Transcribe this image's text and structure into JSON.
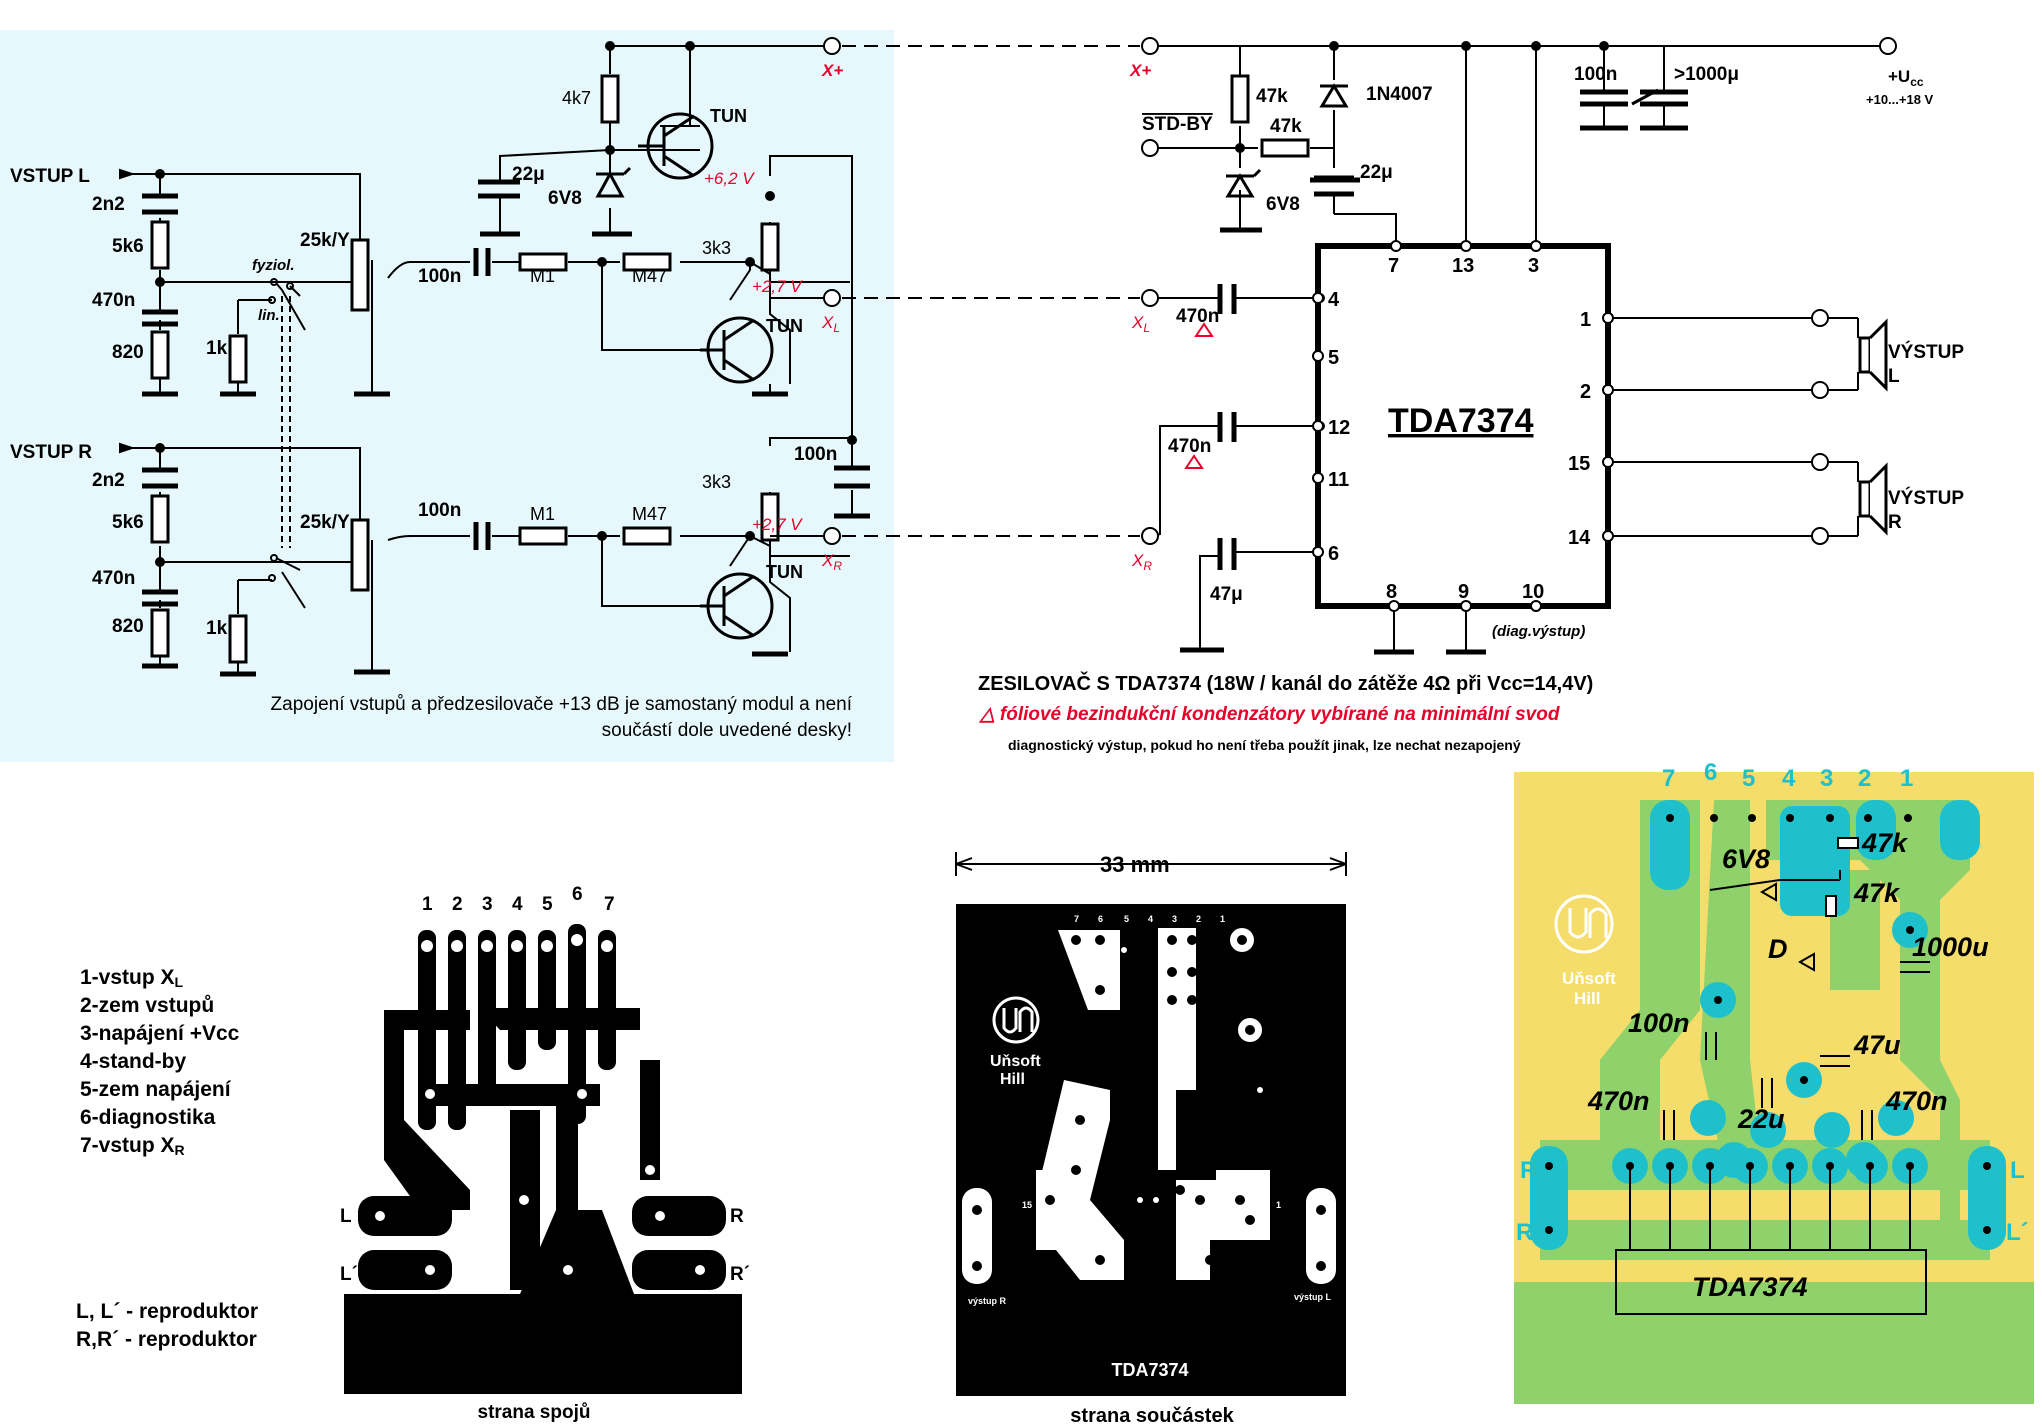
{
  "preamp": {
    "input_left": "VSTUP L",
    "input_right": "VSTUP R",
    "cap_2n2": "2n2",
    "res_5k6": "5k6",
    "cap_470n": "470n",
    "res_820": "820",
    "res_1k": "1k",
    "switch_fyziol": "fyziol.",
    "switch_lin": "lin.",
    "pot": "25k/Y",
    "cap_100n": "100n",
    "res_m1": "M1",
    "res_m47": "M47",
    "res_3k3": "3k3",
    "res_4k7": "4k7",
    "cap_22u": "22μ",
    "zener": "6V8",
    "transistor": "TUN",
    "v_62": "+6,2 V",
    "v_27": "+2,7 V",
    "xplus": "X+",
    "xl": "X",
    "xl_sub": "L",
    "xr": "X",
    "xr_sub": "R",
    "cap_100n_supply": "100n",
    "note_line1": "Zapojení vstupů a předzesilovače +13 dB je samostaný modul a není",
    "note_line2": "součástí dole uvedené desky!"
  },
  "amp": {
    "xplus": "X+",
    "res_47k_a": "47k",
    "res_47k_b": "47k",
    "standby": "STD-BY",
    "zener": "6V8",
    "diode": "1N4007",
    "cap_22u": "22μ",
    "cap_100n": "100n",
    "cap_1000u": ">1000μ",
    "ucc_label": "+U",
    "ucc_sub": "cc",
    "ucc_range": "+10...+18 V",
    "cap_470n_1": "470n",
    "cap_470n_2": "470n",
    "cap_47u": "47μ",
    "chip": "TDA7374",
    "pins_left": [
      "4",
      "5",
      "12",
      "11",
      "6"
    ],
    "pins_top": [
      "7",
      "13",
      "3"
    ],
    "pins_right": [
      "1",
      "2",
      "15",
      "14"
    ],
    "pins_bottom": [
      "8",
      "9",
      "10"
    ],
    "diag_label": "(diag.výstup)",
    "out_l_1": "VÝSTUP",
    "out_l_2": "L",
    "out_r_1": "VÝSTUP",
    "out_r_2": "R",
    "title": "ZESILOVAČ S TDA7374 (18W / kanál do zátěže 4Ω při Vcc=14,4V)",
    "note_red": "△ fóliové bezindukční kondenzátory vybírané na minimální svod",
    "note_black": "diagnostický výstup, pokud ho není třeba použít jinak, lze nechat nezapojený"
  },
  "legend": {
    "items": [
      "1-vstup X",
      "2-zem vstupů",
      "3-napájení +Vcc",
      "4-stand-by",
      "5-zem napájení",
      "6-diagnostika",
      "7-vstup X"
    ],
    "sub_1": "L",
    "sub_7": "R",
    "spk_l": "L, L´ - reproduktor",
    "spk_r": "R,R´ - reproduktor"
  },
  "pcb_bottom": {
    "pins": [
      "1",
      "2",
      "3",
      "4",
      "5",
      "6",
      "7"
    ],
    "l": "L",
    "l2": "L´",
    "r": "R",
    "r2": "R´",
    "caption": "strana spojů"
  },
  "pcb_top": {
    "dimension": "33 mm",
    "pins": [
      "7",
      "6",
      "5",
      "4",
      "3",
      "2",
      "1"
    ],
    "logo_1": "Uňsoft",
    "logo_2": "Hill",
    "pin15": "15",
    "pin1": "1",
    "out_r": "výstup R",
    "out_l": "výstup L",
    "chip": "TDA7374",
    "caption": "strana součástek"
  },
  "pcb_color": {
    "pins": [
      "7",
      "6",
      "5",
      "4",
      "3",
      "2",
      "1"
    ],
    "r_47k_a": "47k",
    "r_47k_b": "47k",
    "zener": "6V8",
    "diode": "D",
    "c_1000u": "1000u",
    "c_100n": "100n",
    "c_47u": "47u",
    "c_22u": "22u",
    "c_470n_l": "470n",
    "c_470n_r": "470n",
    "chip": "TDA7374",
    "logo_1": "Uňsoft",
    "logo_2": "Hill",
    "side_r": "R",
    "side_r2": "R´",
    "side_l": "L",
    "side_l2": "L´"
  },
  "colors": {
    "preamp_bg": "#e6f8fc",
    "voltage_red": "#e8002a",
    "pcb_yellow": "#f4dd6a",
    "pcb_green": "#8fd16a",
    "pcb_cyan": "#1ec0cc"
  }
}
